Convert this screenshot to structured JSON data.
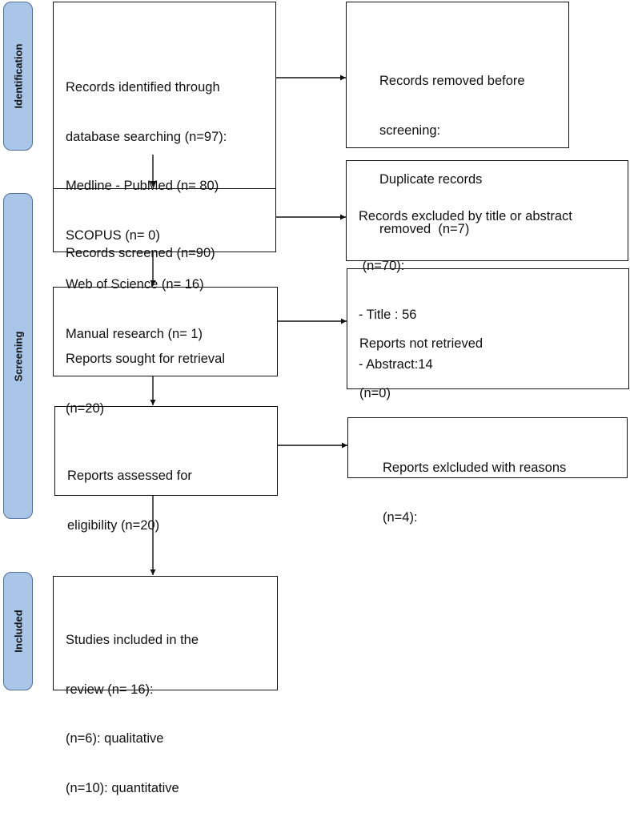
{
  "phases": {
    "identification": "Identification",
    "screening": "Screening",
    "included": "Included"
  },
  "boxes": {
    "identified": {
      "lines": [
        "Records identified through",
        "database searching (n=97):",
        "Medline - PubMed (n= 80)",
        "SCOPUS (n= 0)",
        "Web of Science (n= 16)",
        "Manual research (n= 1)"
      ]
    },
    "removed": {
      "lines": [
        "Records removed before",
        "screening:",
        "Duplicate records",
        "removed  (n=7)"
      ]
    },
    "screened": {
      "lines": [
        "Records screened (n=90)"
      ]
    },
    "excluded": {
      "lines": [
        "Records excluded by title or abstract",
        " (n=70):",
        "- Title : 56",
        "- Abstract:14"
      ]
    },
    "sought": {
      "lines": [
        "Reports sought for retrieval",
        "(n=20)"
      ]
    },
    "not_retrieved": {
      "lines": [
        "Reports not retrieved",
        "(n=0)"
      ]
    },
    "assessed": {
      "lines": [
        "Reports assessed for",
        "eligibility (n=20)"
      ]
    },
    "excluded_reasons": {
      "lines": [
        "Reports exlcluded with reasons",
        "(n=4):"
      ]
    },
    "included": {
      "lines": [
        "Studies included in the",
        "review (n= 16):",
        "(n=6): qualitative",
        "(n=10): quantitative"
      ]
    }
  }
}
